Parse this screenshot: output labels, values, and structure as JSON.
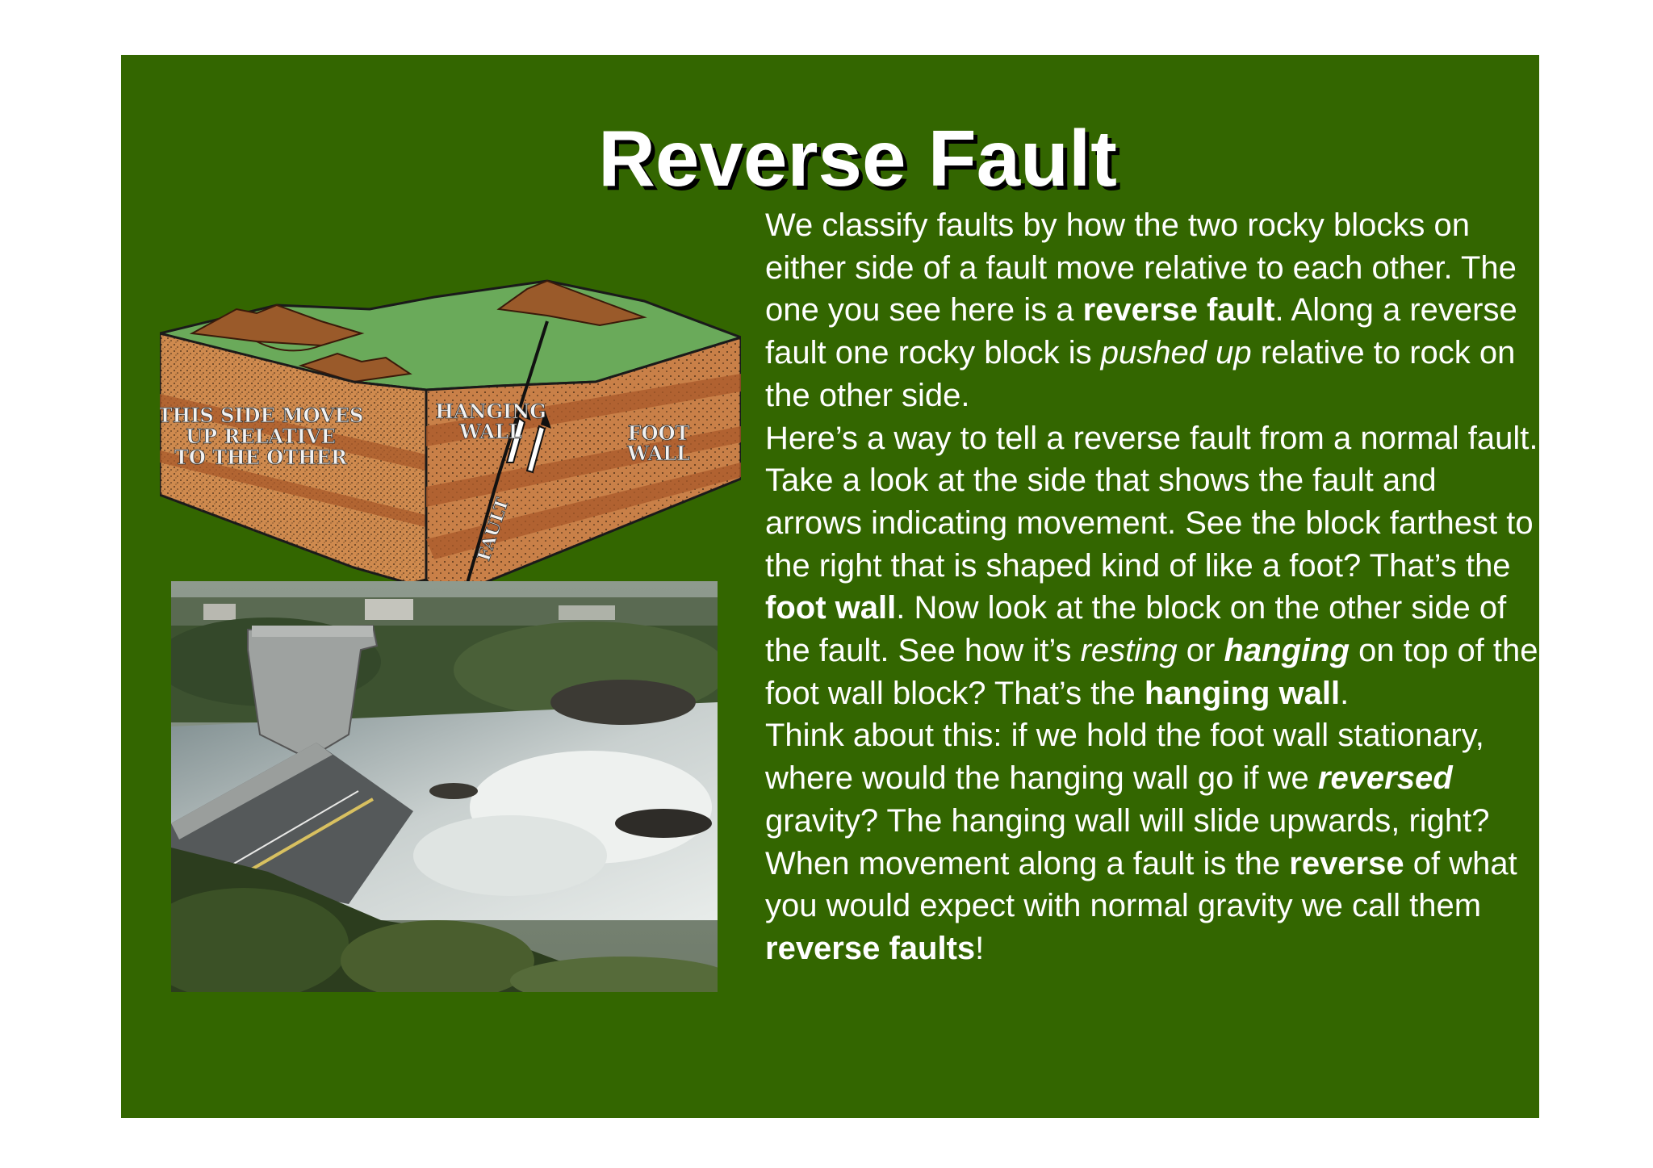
{
  "slide": {
    "title": "Reverse Fault",
    "diagram": {
      "label_side": [
        "THIS SIDE MOVES",
        "UP RELATIVE",
        "TO THE OTHER"
      ],
      "label_hanging": [
        "HANGING",
        "WALL"
      ],
      "label_foot": [
        "FOOT",
        "WALL"
      ],
      "label_fault": "FAULT"
    },
    "paragraphs": [
      [
        {
          "t": "We classify faults by how the two rocky blocks on either side of a fault move relative to each other. The one you see here is a "
        },
        {
          "t": "reverse fault",
          "b": true
        },
        {
          "t": ". Along a reverse fault one rocky block is "
        },
        {
          "t": "pushed up",
          "i": true
        },
        {
          "t": " relative to rock on the other side."
        }
      ],
      [
        {
          "t": "Here’s a way to tell a reverse fault from a normal fault. Take a look at the side that shows the fault and arrows indicating movement. See the block farthest to the right that is shaped kind of like a foot? That’s the "
        },
        {
          "t": "foot wall",
          "b": true
        },
        {
          "t": ". Now look at the block on the other side of the fault. See how it’s "
        },
        {
          "t": "resting",
          "i": true
        },
        {
          "t": " or "
        },
        {
          "t": "hanging",
          "b": true,
          "i": true
        },
        {
          "t": " on top of the foot wall block? That’s the "
        },
        {
          "t": "hanging wall",
          "b": true
        },
        {
          "t": "."
        }
      ],
      [
        {
          "t": "Think about this: if we hold the foot wall stationary, where would the hanging wall go if we "
        },
        {
          "t": "reversed",
          "b": true,
          "i": true
        },
        {
          "t": " gravity? The hanging wall will slide upwards, right? When movement along a fault is the "
        },
        {
          "t": "reverse",
          "b": true
        },
        {
          "t": " of what you would expect with normal gravity we call them "
        },
        {
          "t": "reverse faults",
          "b": true
        },
        {
          "t": "!"
        }
      ]
    ]
  }
}
